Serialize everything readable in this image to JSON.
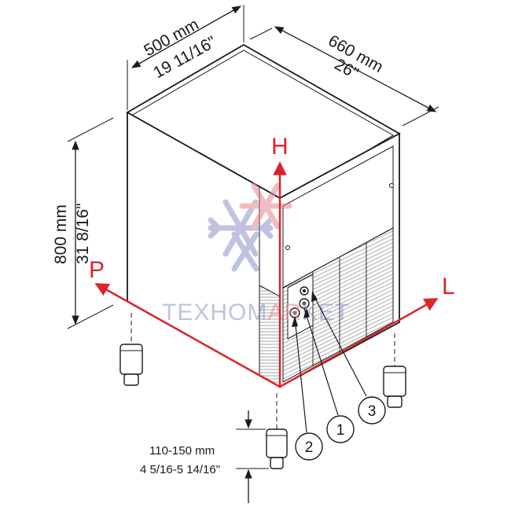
{
  "dimensions": {
    "width_mm": "500 mm",
    "width_in": "19 11/16\"",
    "depth_mm": "660 mm",
    "depth_in": "26\"",
    "height_mm": "800 mm",
    "height_in": "31 8/16\"",
    "feet_mm": "110-150 mm",
    "feet_in": "4 5/16-5 14/16\""
  },
  "axes": {
    "h": "H",
    "p": "P",
    "l": "L"
  },
  "callouts": [
    "1",
    "2",
    "3"
  ],
  "watermark": {
    "text_a": "TEXHOM",
    "text_b": "AR",
    "text_c": "KET"
  },
  "colors": {
    "axis": "#d9252b",
    "watermark_blue": "#8a93c8",
    "watermark_red": "#e8878a",
    "line": "#1a1a1a"
  }
}
